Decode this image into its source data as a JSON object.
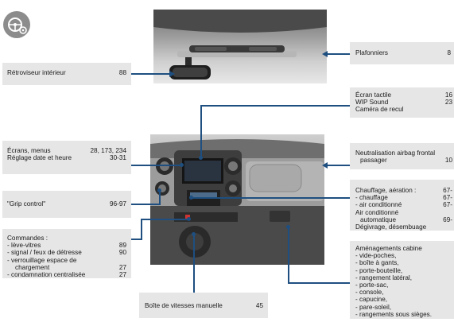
{
  "boxes": {
    "retroviseur": {
      "label": "Rétroviseur intérieur",
      "page": "88"
    },
    "plafonniers": {
      "label": "Plafonniers",
      "page": "8"
    },
    "ecran": {
      "lines": [
        {
          "label": "Écran tactile",
          "page": "16"
        },
        {
          "label": "WIP Sound",
          "page": "23"
        },
        {
          "label": "Caméra de recul",
          "page": ""
        }
      ]
    },
    "ecrans_menus": {
      "lines": [
        {
          "label": "Écrans, menus",
          "page": "28, 173, 234"
        },
        {
          "label": "Réglage date et heure",
          "page": "30-31"
        }
      ]
    },
    "neutralisation": {
      "lines": [
        {
          "label": "Neutralisation airbag frontal",
          "page": ""
        },
        {
          "label": "passager",
          "page": "10"
        }
      ]
    },
    "grip": {
      "label": "\"Grip control\"",
      "page": "96-97"
    },
    "chauffage": {
      "lines": [
        {
          "label": "Chauffage, aération :",
          "page": "67-"
        },
        {
          "label": "-  chauffage",
          "page": "67-"
        },
        {
          "label": "-  air conditionné",
          "page": "67-"
        },
        {
          "label": "Air conditionné",
          "page": ""
        },
        {
          "label": "automatique",
          "page": "69-"
        },
        {
          "label": "Dégivrage, désembuage",
          "page": ""
        }
      ]
    },
    "commandes": {
      "lines": [
        {
          "label": "Commandes :",
          "page": ""
        },
        {
          "label": "-  lève-vitres",
          "page": "89"
        },
        {
          "label": "-  signal / feux de détresse",
          "page": "90"
        },
        {
          "label": "-  verrouillage espace de",
          "page": ""
        },
        {
          "label": "chargement",
          "page": "27"
        },
        {
          "label": "-  condamnation centralisée",
          "page": "27"
        }
      ]
    },
    "amenagements": {
      "title": "Aménagements cabine",
      "lines": [
        "-  vide-poches,",
        "-  boîte à gants,",
        "-  porte-bouteille,",
        "-  rangement latéral,",
        "-  porte-sac,",
        "-  console,",
        "-  capucine,",
        "-  pare-soleil,",
        "-  rangements sous sièges."
      ]
    },
    "boite": {
      "label": "Boîte de vitesses manuelle",
      "page": "45"
    }
  },
  "colors": {
    "leader": "#1e4f80",
    "box_bg": "#e6e6e6",
    "icon_bg": "#8c8c8c"
  },
  "icons": {
    "corner": "steering-wheel-icon"
  }
}
